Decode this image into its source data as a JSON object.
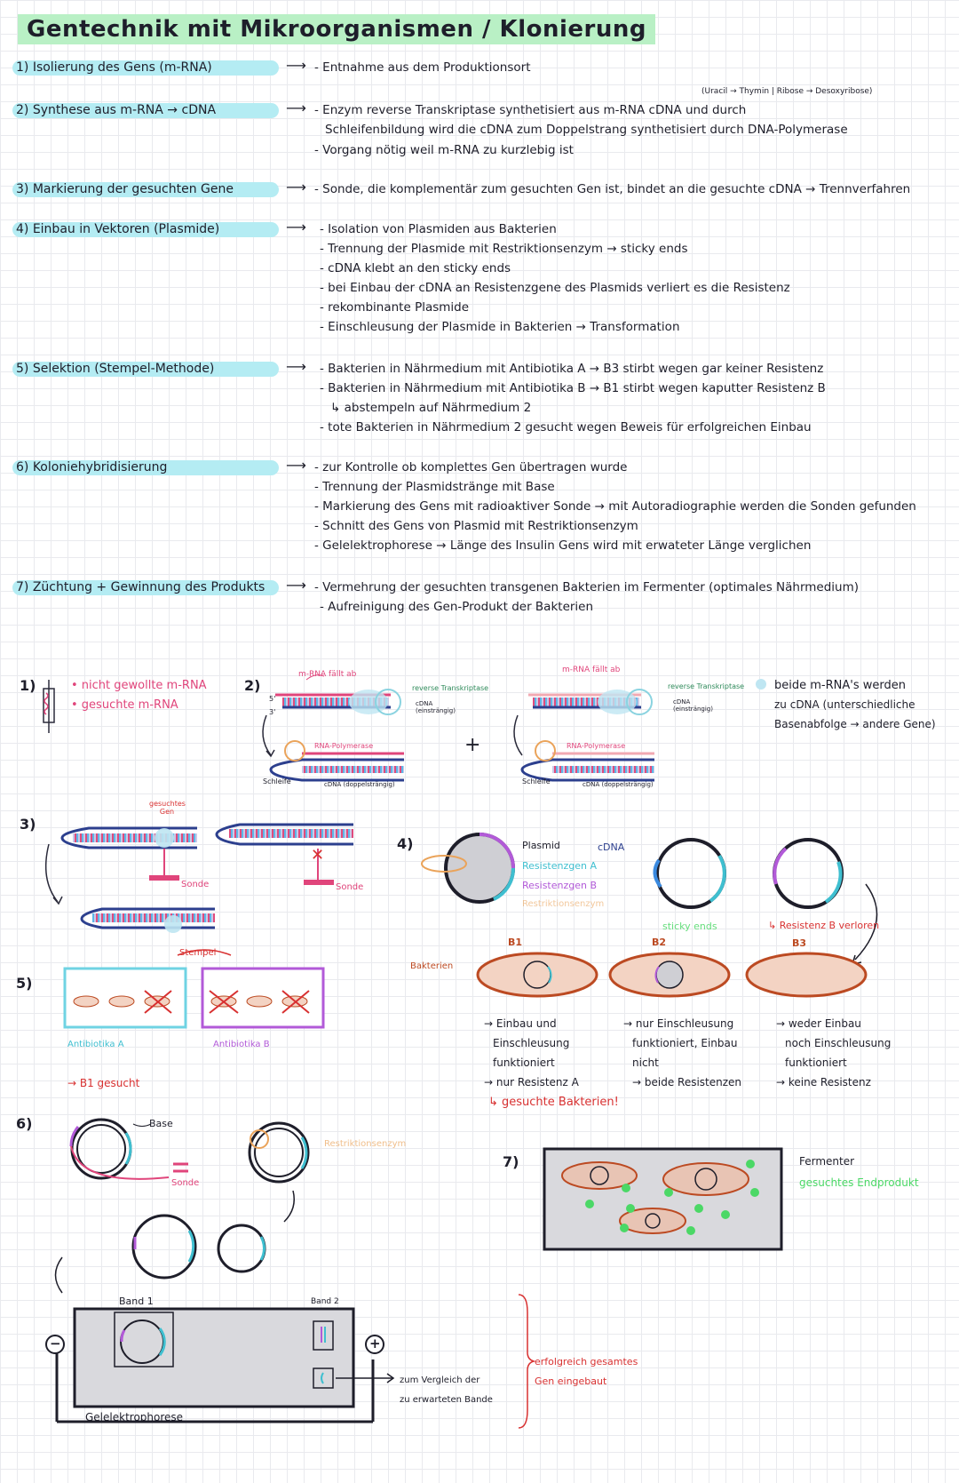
{
  "title": "Gentechnik mit Mikroorganismen / Klonierung",
  "steps": [
    {
      "label": "1) Isolierung des Gens (m-RNA)",
      "lines": [
        "- Entnahme aus dem Produktionsort"
      ]
    },
    {
      "label": "2) Synthese aus m-RNA → cDNA",
      "note": "(Uracil → Thymin | Ribose → Desoxyribose)",
      "lines": [
        "- Enzym reverse Transkriptase synthetisiert aus m-RNA cDNA und durch",
        "Schleifenbildung wird die cDNA zum Doppelstrang synthetisiert durch DNA-Polymerase",
        "- Vorgang nötig weil m-RNA zu kurzlebig ist"
      ]
    },
    {
      "label": "3) Markierung der gesuchten Gene",
      "lines": [
        "- Sonde, die komplementär zum gesuchten Gen ist, bindet an die gesuchte cDNA → Trennverfahren"
      ]
    },
    {
      "label": "4) Einbau in Vektoren (Plasmide)",
      "lines": [
        "- Isolation von Plasmiden aus Bakterien",
        "- Trennung der Plasmide mit Restriktionsenzym → sticky ends",
        "- cDNA klebt an den sticky ends",
        "- bei Einbau der cDNA an Resistenzgene des Plasmids verliert es die Resistenz",
        "- rekombinante Plasmide",
        "- Einschleusung der Plasmide in Bakterien → Transformation"
      ]
    },
    {
      "label": "5) Selektion (Stempel-Methode)",
      "lines": [
        "- Bakterien in Nährmedium mit Antibiotika A → B3 stirbt wegen gar keiner Resistenz",
        "- Bakterien in Nährmedium mit Antibiotika B → B1 stirbt wegen kaputter Resistenz B",
        "↳ abstempeln auf Nährmedium 2",
        "- tote Bakterien in Nährmedium 2 gesucht wegen Beweis für erfolgreichen Einbau"
      ]
    },
    {
      "label": "6) Koloniehybridisierung",
      "lines": [
        "- zur Kontrolle ob komplettes Gen übertragen wurde",
        "- Trennung der Plasmidstränge mit Base",
        "- Markierung des Gens mit radioaktiver Sonde → mit Autoradiographie werden die Sonden gefunden",
        "- Schnitt des Gens von Plasmid mit Restriktionsenzym",
        "- Gelelektrophorese → Länge des Insulin Gens wird mit erwateter Länge verglichen"
      ]
    },
    {
      "label": "7) Züchtung + Gewinnung des Produkts",
      "lines": [
        "- Vermehrung der gesuchten transgenen Bakterien im Fermenter (optimales Nährmedium)",
        "- Aufreinigung des Gen-Produkt der Bakterien"
      ]
    }
  ],
  "diagram": {
    "d1": {
      "num": "1)",
      "unwanted": "• nicht gewollte m-RNA",
      "wanted": "• gesuchte m-RNA"
    },
    "d2": {
      "num": "2)",
      "mrna_falls": "m-RNA fällt ab",
      "rt": "reverse Transkriptase",
      "cdna_single": "cDNA (einsträngig)",
      "rna_pol": "RNA-Polymerase",
      "loop": "Schleife",
      "cdna_double": "cDNA (doppelsträngig)",
      "plus": "+",
      "note_l1": "beide m-RNA's werden",
      "note_l2": "zu cDNA (unterschiedliche",
      "note_l3": "Basenabfolge → andere Gene)",
      "p5": "5'",
      "p3": "3'"
    },
    "d3": {
      "num": "3)",
      "gene": "gesuchtes Gen",
      "probe": "Sonde",
      "cross": "✕"
    },
    "d4": {
      "num": "4)",
      "plasmid": "Plasmid",
      "cdna": "cDNA",
      "resA": "Resistenzgen A",
      "resB": "Resistenzgen B",
      "restr": "Restriktionsenzym",
      "sticky": "sticky ends",
      "lost": "↳ Resistenz B verloren",
      "bacteria": "Bakterien",
      "b1": "B1",
      "b2": "B2",
      "b3": "B3",
      "b1_text": [
        "→ Einbau und",
        "Einschleusung",
        "funktioniert",
        "→ nur Resistenz A"
      ],
      "b1_found": "↳ gesuchte Bakterien!",
      "b2_text": [
        "→ nur Einschleusung",
        "funktioniert, Einbau",
        "nicht",
        "→ beide Resistenzen"
      ],
      "b3_text": [
        "→ weder Einbau",
        "noch Einschleusung",
        "funktioniert",
        "→ keine Resistenz"
      ]
    },
    "d5": {
      "num": "5)",
      "stamp": "Stempel",
      "abA": "Antibiotika A",
      "abB": "Antibiotika B",
      "found": "→ B1 gesucht"
    },
    "d6": {
      "num": "6)",
      "base": "Base",
      "probe": "Sonde",
      "restr": "Restriktionsenzym",
      "band1": "Band 1",
      "band2": "Band 2",
      "minus": "−",
      "plus": "+",
      "compare_l1": "zum Vergleich der",
      "compare_l2": "zu erwarteten Bande",
      "gel": "Gelelektrophorese",
      "success_l1": "erfolgreich gesamtes",
      "success_l2": "Gen eingebaut"
    },
    "d7": {
      "num": "7)",
      "fermenter": "Fermenter",
      "product": "gesuchtes Endprodukt"
    }
  }
}
